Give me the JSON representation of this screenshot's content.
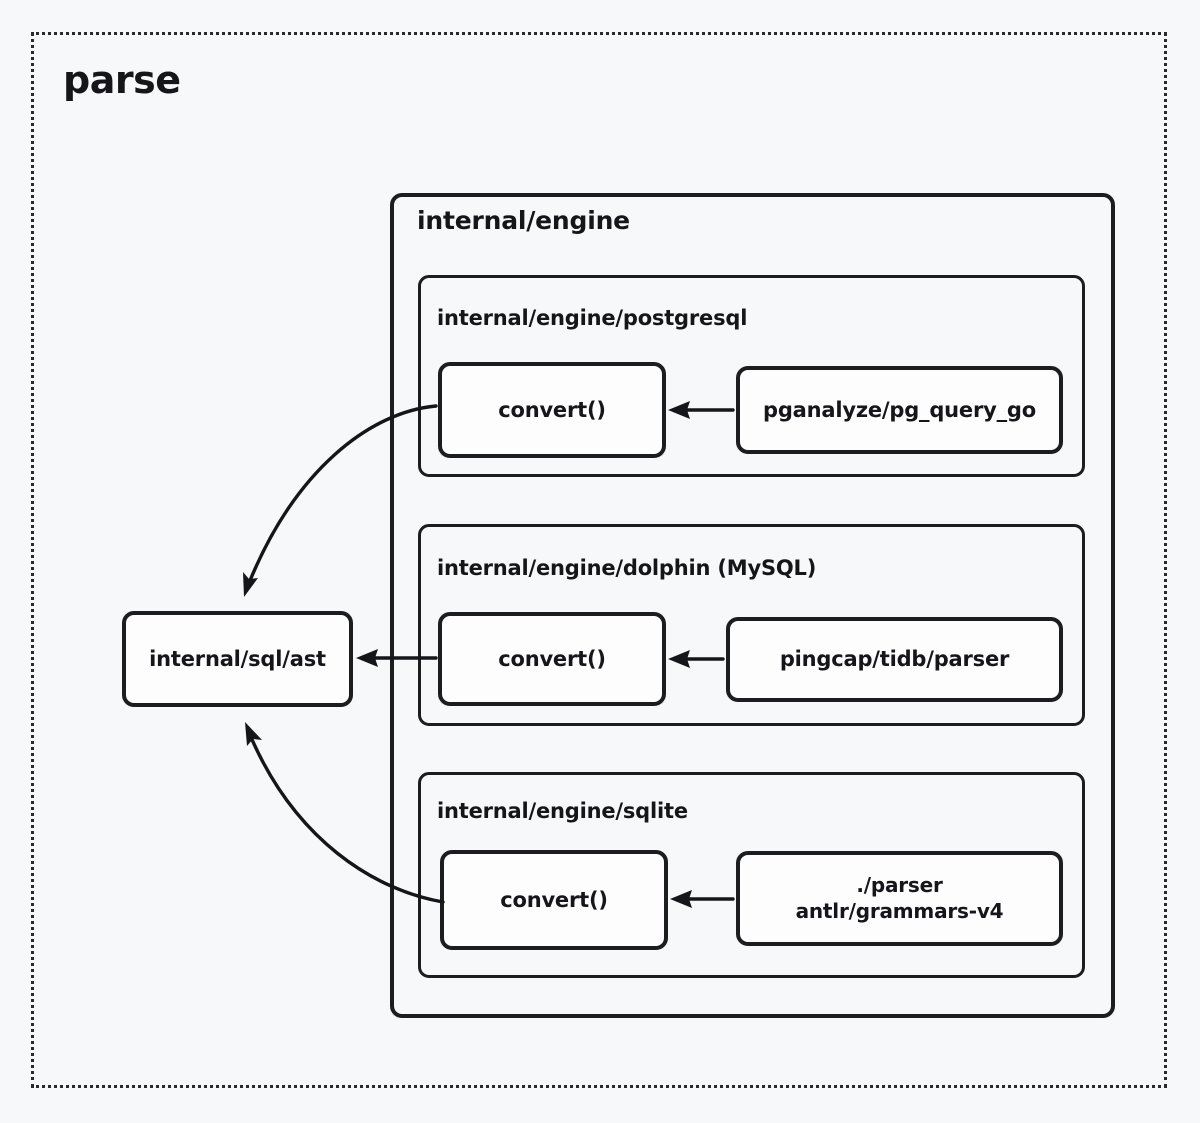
{
  "page": {
    "title": "parse",
    "background_color": "#f7f8fa",
    "frame_border_style": "dotted",
    "ink_color": "#16161a"
  },
  "diagram": {
    "type": "flow-diagram",
    "style": "hand-drawn",
    "containers": [
      {
        "id": "engine",
        "label": "internal/engine",
        "level": 1,
        "children": [
          "postgresql",
          "dolphin",
          "sqlite"
        ]
      },
      {
        "id": "postgresql",
        "label": "internal/engine/postgresql",
        "level": 2,
        "nodes": [
          "pg-convert",
          "pg-parser"
        ]
      },
      {
        "id": "dolphin",
        "label": "internal/engine/dolphin (MySQL)",
        "level": 2,
        "nodes": [
          "mysql-convert",
          "mysql-parser"
        ]
      },
      {
        "id": "sqlite",
        "label": "internal/engine/sqlite",
        "level": 2,
        "nodes": [
          "sqlite-convert",
          "sqlite-parser"
        ]
      }
    ],
    "nodes": [
      {
        "id": "ast",
        "label": "internal/sql/ast",
        "container": null
      },
      {
        "id": "pg-convert",
        "label": "convert()",
        "container": "postgresql"
      },
      {
        "id": "pg-parser",
        "label": "pganalyze/pg_query_go",
        "container": "postgresql"
      },
      {
        "id": "mysql-convert",
        "label": "convert()",
        "container": "dolphin"
      },
      {
        "id": "mysql-parser",
        "label": "pingcap/tidb/parser",
        "container": "dolphin"
      },
      {
        "id": "sqlite-convert",
        "label": "convert()",
        "container": "sqlite"
      },
      {
        "id": "sqlite-parser",
        "label_line1": "./parser",
        "label_line2": "antlr/grammars-v4",
        "container": "sqlite"
      }
    ],
    "edges": [
      {
        "id": "e1",
        "from": "pg-parser",
        "to": "pg-convert",
        "shape": "straight",
        "direction": "left"
      },
      {
        "id": "e2",
        "from": "mysql-parser",
        "to": "mysql-convert",
        "shape": "straight",
        "direction": "left"
      },
      {
        "id": "e3",
        "from": "sqlite-parser",
        "to": "sqlite-convert",
        "shape": "straight",
        "direction": "left"
      },
      {
        "id": "e4",
        "from": "pg-convert",
        "to": "ast",
        "shape": "curved",
        "direction": "down-left"
      },
      {
        "id": "e5",
        "from": "mysql-convert",
        "to": "ast",
        "shape": "straight",
        "direction": "left"
      },
      {
        "id": "e6",
        "from": "sqlite-convert",
        "to": "ast",
        "shape": "curved",
        "direction": "up-left"
      }
    ]
  }
}
